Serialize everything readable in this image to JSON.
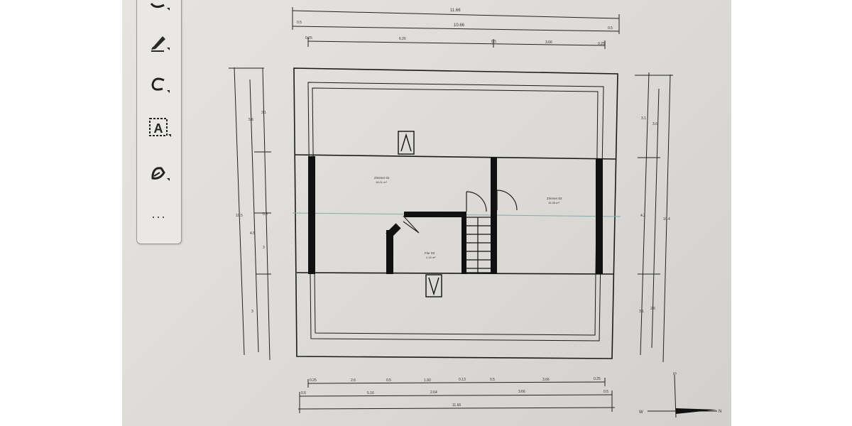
{
  "toolbar": {
    "tools": [
      {
        "icon": "curve-tool-icon"
      },
      {
        "icon": "pen-tool-icon"
      },
      {
        "icon": "loop-tool-icon"
      },
      {
        "icon": "text-box-icon",
        "glyph": "A"
      },
      {
        "icon": "fill-pen-icon"
      }
    ],
    "more_label": "..."
  },
  "dimensions": {
    "top": {
      "total": "11.66",
      "row2": [
        "0.5",
        "10.66",
        "0.5"
      ],
      "row3": [
        "0.25",
        "6.26",
        "0.5",
        "3.66",
        "0.25"
      ]
    },
    "left": [
      "10.5",
      "5.6",
      "3.1",
      "4.5",
      "0.5",
      "3",
      "3"
    ],
    "right": [
      "3.1",
      "3.6",
      "4.2",
      "10.4",
      "3.1",
      "2.6"
    ],
    "bottom": {
      "row1": [
        "0.25",
        "2.6",
        "0.5",
        "1.90",
        "0.13",
        "0.5",
        "3.66",
        "0.25"
      ],
      "row2": [
        "0.5",
        "5.16",
        "2.64",
        "3.66",
        "0.5"
      ],
      "total": "11.66"
    }
  },
  "rooms": [
    {
      "name": "Zimmer 01",
      "area": "18.01 m²"
    },
    {
      "name": "Zimmer 02",
      "area": "15.35 m²"
    },
    {
      "name": "Flur 03",
      "area": "4.16 m²"
    }
  ],
  "compass": {
    "north": "N",
    "south": "S",
    "west": "W"
  }
}
